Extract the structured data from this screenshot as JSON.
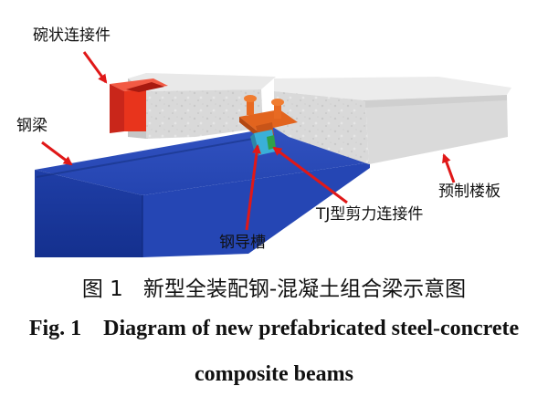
{
  "labels": {
    "bowl_connector": "碗状连接件",
    "steel_beam": "钢梁",
    "precast_slab": "预制楼板",
    "tj_connector": "TJ型剪力连接件",
    "steel_guide_groove": "钢导槽"
  },
  "caption": {
    "cn_number": "图 1",
    "cn_title": "新型全装配钢-混凝土组合梁示意图",
    "en_number": "Fig. 1",
    "en_title_line1": "Diagram of new prefabricated steel-concrete",
    "en_title_line2": "composite beams"
  },
  "colors": {
    "concrete": "#dcdcdc",
    "steel_beam": "#1e3fa8",
    "bowl_connector": "#e8341c",
    "tj_connector": "#e2641e",
    "guide_groove": "#3ab0d8",
    "arrow": "#e01818",
    "text": "#111111"
  },
  "icons": {
    "arrow": "red-callout-arrow"
  }
}
